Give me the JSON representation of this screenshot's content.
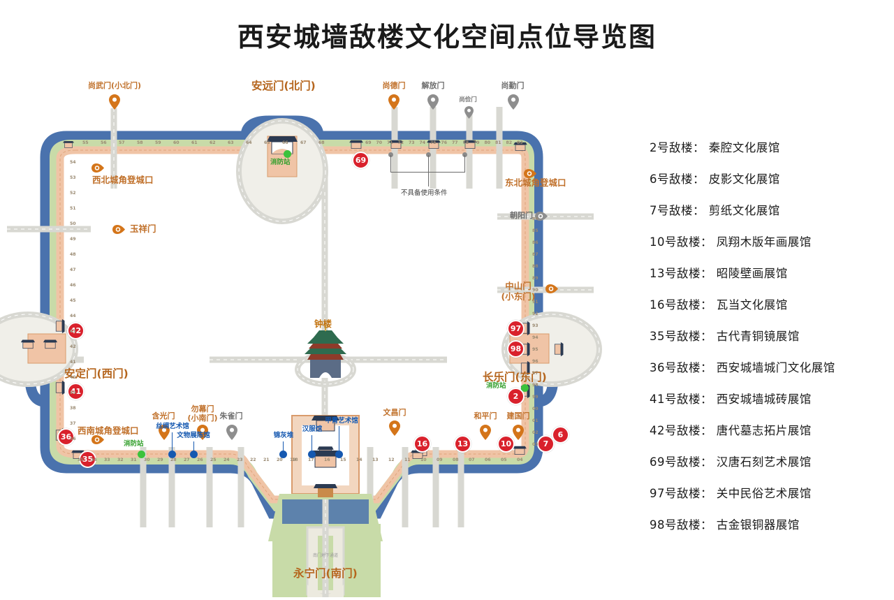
{
  "page": {
    "title": "西安城墙敌楼文化空间点位导览图"
  },
  "legend": {
    "items": [
      {
        "id": "2号敌楼：",
        "name": "秦腔文化展馆"
      },
      {
        "id": "6号敌楼：",
        "name": "皮影文化展馆"
      },
      {
        "id": "7号敌楼：",
        "name": "剪纸文化展馆"
      },
      {
        "id": "10号敌楼：",
        "name": "凤翔木版年画展馆"
      },
      {
        "id": "13号敌楼：",
        "name": "昭陵壁画展馆"
      },
      {
        "id": "16号敌楼：",
        "name": "瓦当文化展馆"
      },
      {
        "id": "35号敌楼：",
        "name": "古代青铜镜展馆"
      },
      {
        "id": "36号敌楼：",
        "name": "西安城墙城门文化展馆"
      },
      {
        "id": "41号敌楼：",
        "name": "西安城墙城砖展馆"
      },
      {
        "id": "42号敌楼：",
        "name": "唐代墓志拓片展馆"
      },
      {
        "id": "69号敌楼：",
        "name": "汉唐石刻艺术展馆"
      },
      {
        "id": "97号敌楼：",
        "name": "关中民俗艺术展馆"
      },
      {
        "id": "98号敌楼：",
        "name": "古金银铜器展馆"
      }
    ]
  },
  "map": {
    "gates": {
      "north": "安远门(北门)",
      "south": "永宁门(南门)",
      "east": "长乐门(东门)",
      "west": "安定门(西门)",
      "shangwu": "尚武门(小北门)",
      "shangde": "尚德门",
      "jiefang": "解放门",
      "shangjian": "尚俭门",
      "shangqin": "尚勤门",
      "chaoyang": "朝阳门",
      "zhongshan": "中山门\n(小东门)",
      "zhongshan_l1": "中山门",
      "zhongshan_l2": "(小东门)",
      "jianguo": "建国门",
      "heping": "和平门",
      "wenchang": "文昌门",
      "zhuque": "朱雀门",
      "wumu_l1": "勿幕门",
      "wumu_l2": "(小南门)",
      "hanguang": "含光门",
      "yuxiang": "玉祥门"
    },
    "landmarks": {
      "bell_tower": "钟楼",
      "south_underpass": "南门地下通道"
    },
    "entrances": {
      "northwest": "西北城角登城口",
      "northeast": "东北城角登城口",
      "southwest": "西南城角登城口"
    },
    "fire_stations": {
      "north": "消防站",
      "east": "消防站",
      "south": "消防站"
    },
    "venues": {
      "sichou": "丝绸艺术馆",
      "wenwu": "文物展陈馆",
      "jinhuidui": "锦灰堆",
      "hanfu": "汉服馆",
      "jiazhou": "甲胄艺术馆"
    },
    "notes": {
      "unusable": "不具备使用条件"
    },
    "tower_badges": {
      "north": [
        "69"
      ],
      "east": [
        "97",
        "98",
        "2"
      ],
      "south": [
        "16",
        "13",
        "10",
        "7",
        "6"
      ],
      "west": [
        "42",
        "41",
        "36",
        "35"
      ]
    },
    "wall_numbers": {
      "top_left": [
        "55",
        "56",
        "57",
        "58",
        "59",
        "60",
        "61",
        "62",
        "63",
        "64",
        "65",
        "66",
        "67",
        "68"
      ],
      "top_right": [
        "69",
        "70",
        "71",
        "72",
        "73",
        "74",
        "75",
        "76",
        "77",
        "78",
        "79",
        "80",
        "81",
        "82",
        "83"
      ],
      "right": [
        "84",
        "85",
        "86",
        "87",
        "88",
        "89",
        "90",
        "91",
        "92",
        "93",
        "94",
        "95",
        "96",
        "97",
        "98",
        "99",
        "00",
        "01",
        "02",
        "03"
      ],
      "bottom_right": [
        "04",
        "05",
        "06",
        "07",
        "08",
        "09",
        "10",
        "11",
        "12",
        "13",
        "14",
        "15",
        "16",
        "17",
        "18"
      ],
      "bottom_left": [
        "19",
        "20",
        "21",
        "22",
        "23",
        "24",
        "25",
        "26",
        "27",
        "28",
        "29",
        "30",
        "31",
        "32",
        "33",
        "34",
        "35"
      ],
      "left": [
        "36",
        "37",
        "38",
        "39",
        "40",
        "41",
        "42",
        "43",
        "44",
        "45",
        "46",
        "47",
        "48",
        "49",
        "50",
        "51",
        "52",
        "53",
        "54"
      ]
    }
  },
  "colors": {
    "moat": "#4a72ad",
    "greenbelt": "#c8dba8",
    "wall": "#f0c4a6",
    "badge": "#d9212c",
    "gate_label": "#b5651d",
    "venue_blue": "#1558b0",
    "fire_green": "#3cc23c",
    "road": "#d8d8d2"
  }
}
